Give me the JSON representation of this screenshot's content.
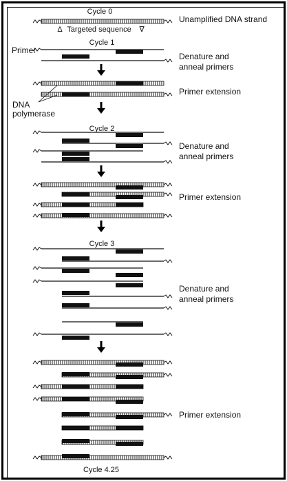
{
  "labels": {
    "cycle0": "Cycle 0",
    "cycle1": "Cycle 1",
    "cycle2": "Cycle 2",
    "cycle3": "Cycle 3",
    "cycle425": "Cycle 4.25",
    "unamplified": "Unamplified DNA strand",
    "targeted": "Targeted sequence",
    "primer": "Primer",
    "dna": "DNA",
    "polymerase": "polymerase",
    "denature1_a": "Denature and",
    "denature1_b": "anneal primers",
    "extension1": "Primer extension",
    "denature2_a": "Denature and",
    "denature2_b": "anneal primers",
    "extension2": "Primer extension",
    "denature3_a": "Denature and",
    "denature3_b": "anneal primers",
    "extension3": "Primer extension"
  },
  "icons": {
    "triangle_left": "Δ",
    "triangle_right": "∇"
  }
}
